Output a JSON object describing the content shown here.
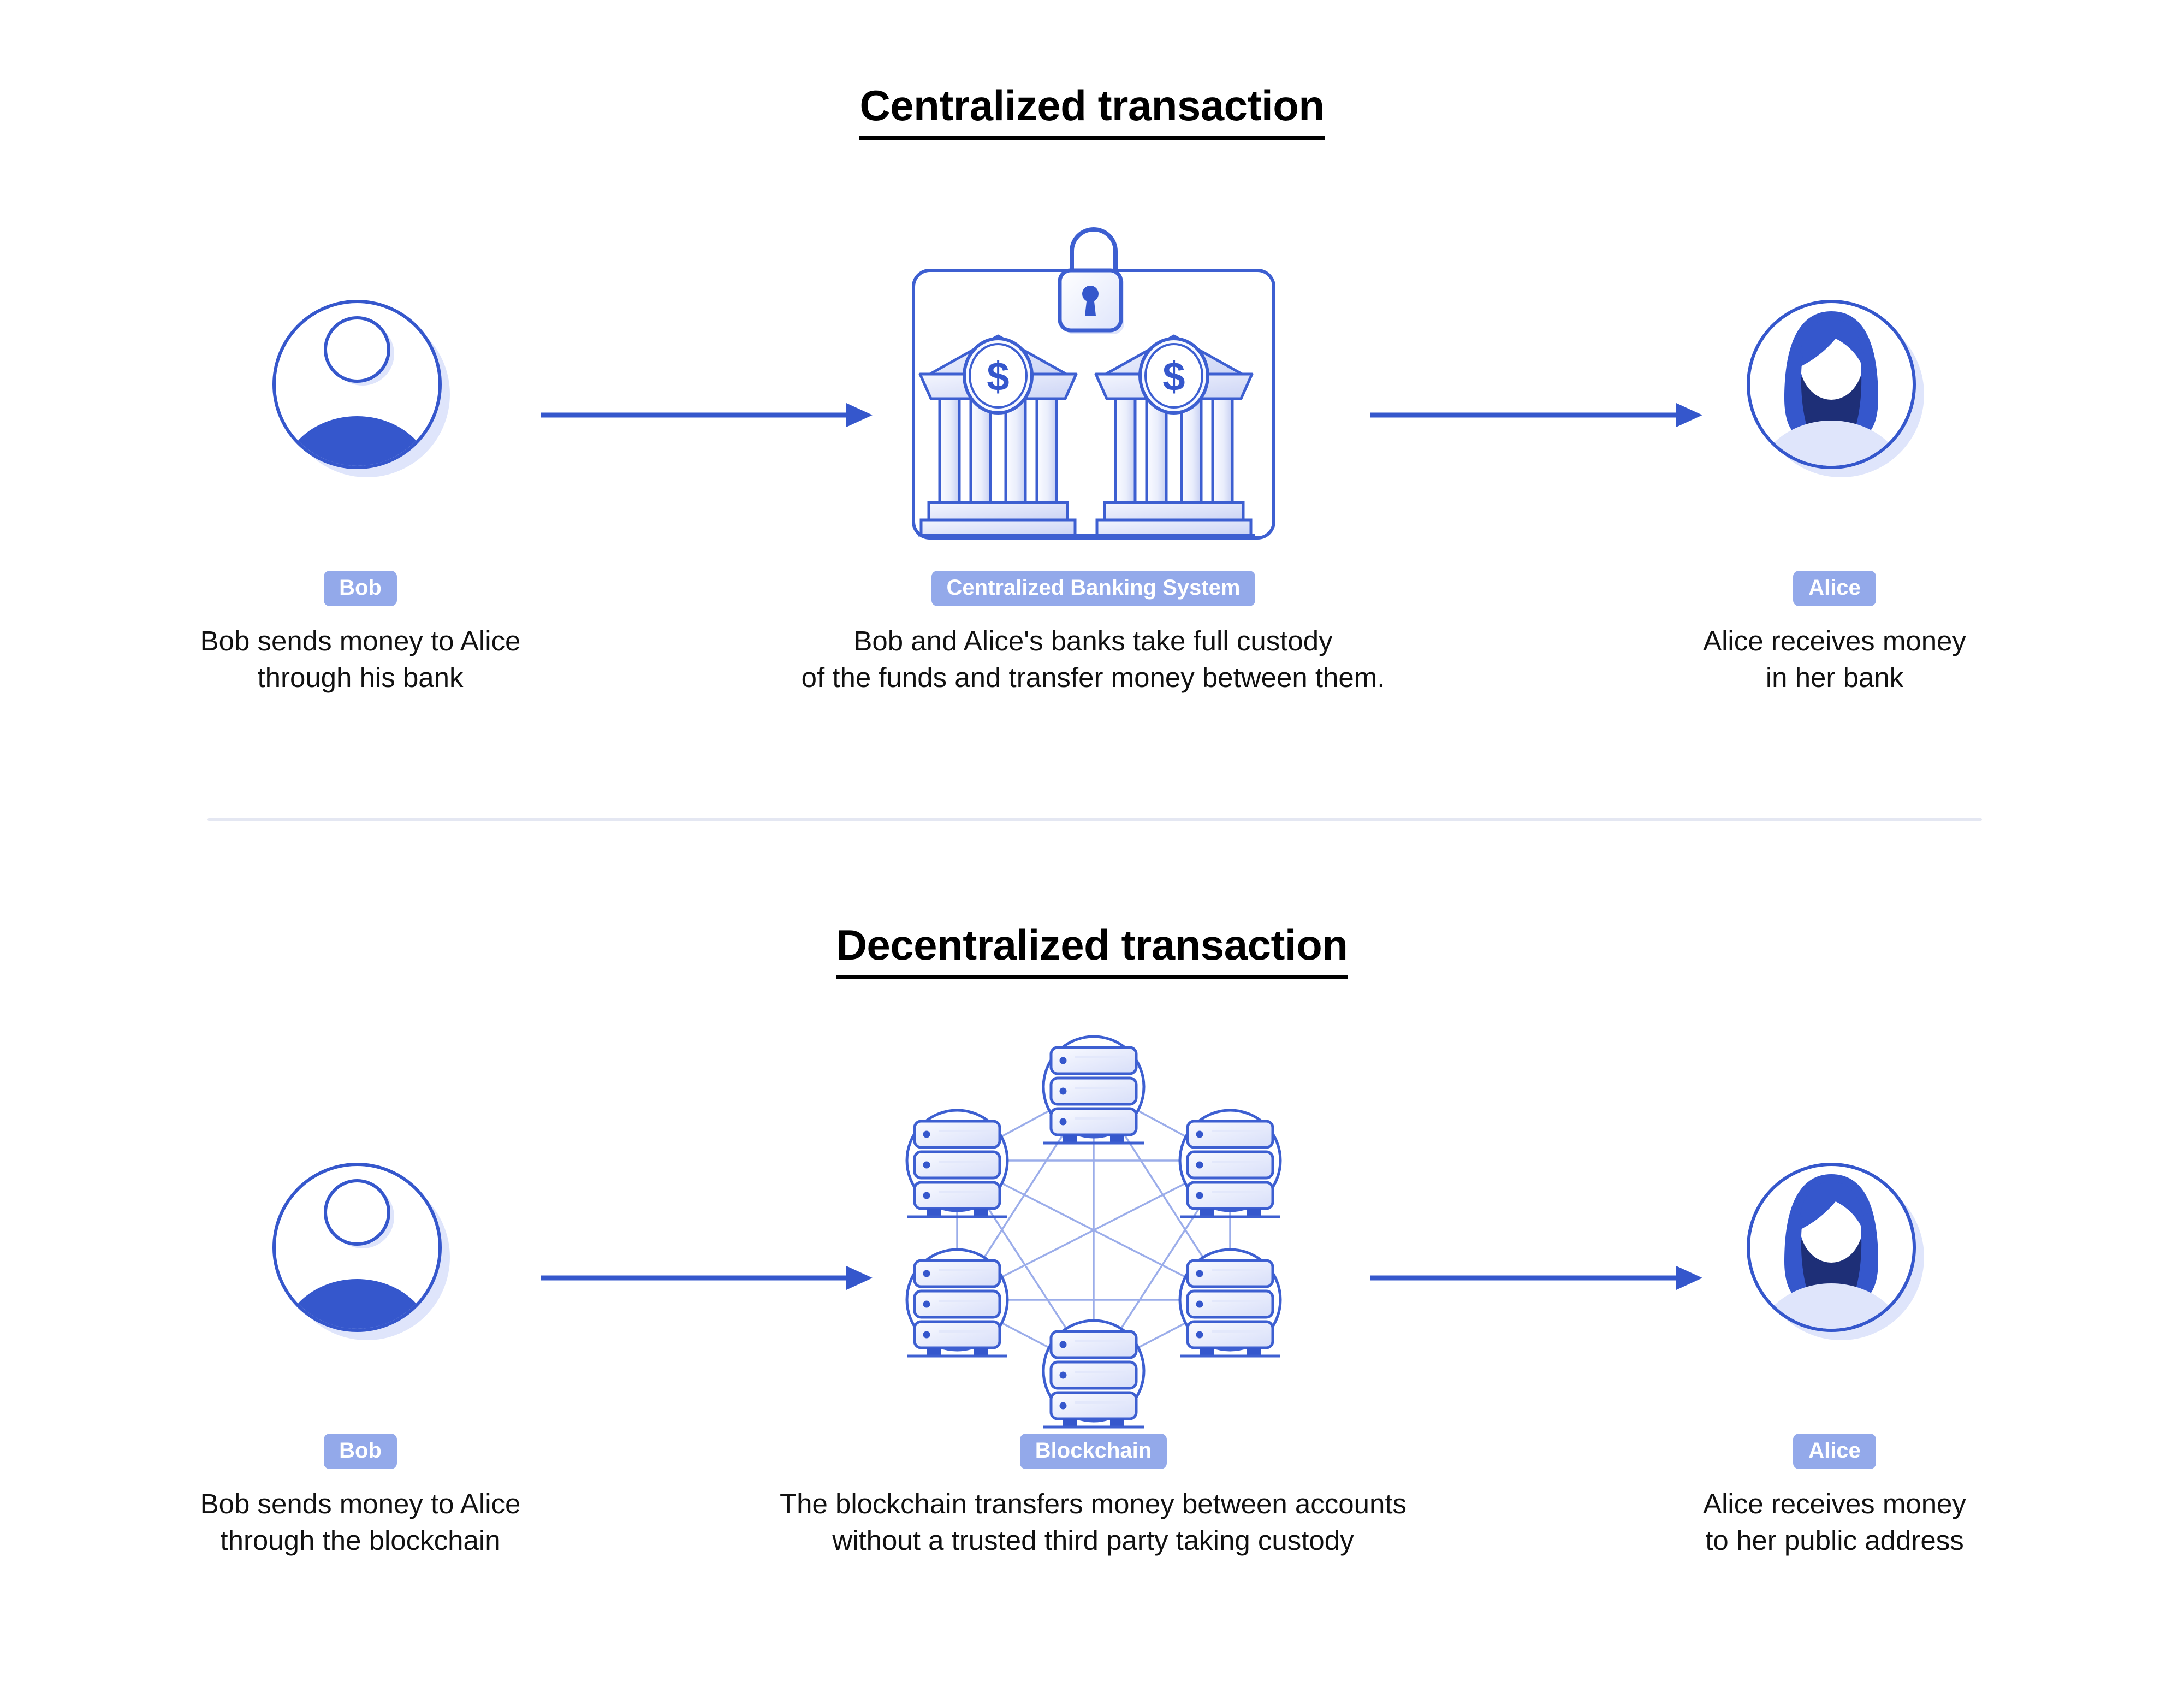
{
  "colors": {
    "brand_blue": "#3557cc",
    "line_blue": "#3d5fd1",
    "badge_periwinkle": "#93a9ea",
    "pale_lavender": "#dfe5fb",
    "light_fill": "#eef1fd",
    "navy": "#1e2f77",
    "divider": "#e4e7f2",
    "text_black": "#111111",
    "mesh_line": "#9badea"
  },
  "sections": [
    {
      "id": "centralized",
      "title": "Centralized transaction",
      "steps": [
        {
          "id": "bob",
          "icon": "user-avatar-male-icon",
          "badge": "Bob",
          "caption": "Bob sends money to Alice\nthrough his bank"
        },
        {
          "id": "bank",
          "icon": "centralized-banking-system-icon",
          "badge": "Centralized Banking System",
          "caption": "Bob and Alice's banks take full custody\nof the funds and transfer money between them."
        },
        {
          "id": "alice",
          "icon": "user-avatar-female-icon",
          "badge": "Alice",
          "caption": "Alice receives money\nin her bank"
        }
      ],
      "arrows": [
        "arrow-bob-to-bank",
        "arrow-bank-to-alice"
      ]
    },
    {
      "id": "decentralized",
      "title": "Decentralized transaction",
      "steps": [
        {
          "id": "bob",
          "icon": "user-avatar-male-icon",
          "badge": "Bob",
          "caption": "Bob sends money to Alice\nthrough the blockchain"
        },
        {
          "id": "blockchain",
          "icon": "blockchain-node-network-icon",
          "badge": "Blockchain",
          "caption": "The blockchain transfers money between accounts\nwithout a trusted third party taking custody"
        },
        {
          "id": "alice",
          "icon": "user-avatar-female-icon",
          "badge": "Alice",
          "caption": "Alice receives money\nto her public address"
        }
      ],
      "arrows": [
        "arrow-bob-to-blockchain",
        "arrow-blockchain-to-alice"
      ]
    }
  ],
  "blockchain_network": {
    "node_count": 6,
    "node_icon": "server-stack-icon",
    "topology": "fully-connected-mesh"
  },
  "banking_system": {
    "bank_count": 2,
    "bank_icon": "bank-building-dollar-icon",
    "lock_icon": "padlock-icon"
  }
}
